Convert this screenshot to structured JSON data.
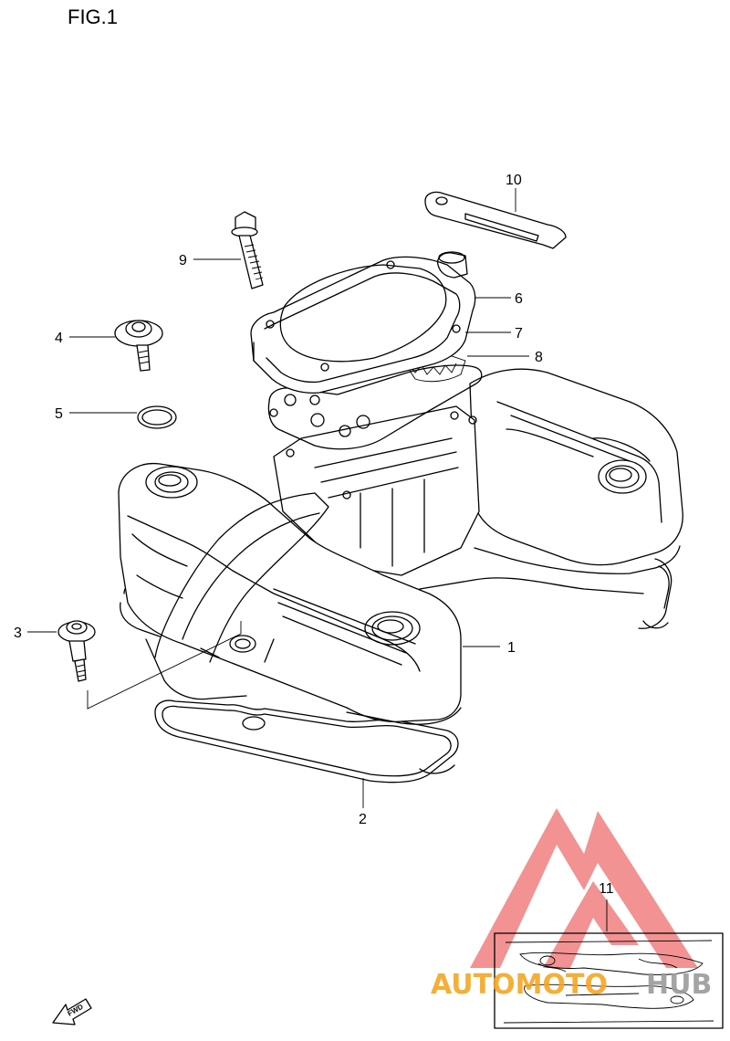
{
  "figure": {
    "title": "FIG.1"
  },
  "callouts": [
    {
      "id": "1",
      "label": "1"
    },
    {
      "id": "2",
      "label": "2"
    },
    {
      "id": "3",
      "label": "3"
    },
    {
      "id": "4",
      "label": "4"
    },
    {
      "id": "5",
      "label": "5"
    },
    {
      "id": "6",
      "label": "6"
    },
    {
      "id": "7",
      "label": "7"
    },
    {
      "id": "8",
      "label": "8"
    },
    {
      "id": "9",
      "label": "9"
    },
    {
      "id": "10",
      "label": "10"
    },
    {
      "id": "11",
      "label": "11"
    }
  ],
  "fwd_arrow": {
    "label": "FWD"
  },
  "watermark": {
    "part1": "AUTOMOTO",
    "part2": "HUB",
    "color1": "#f5a623",
    "color2": "#9b9b9b",
    "logo_color": "#f08080"
  },
  "colors": {
    "ink": "#000000",
    "paper": "#ffffff"
  }
}
